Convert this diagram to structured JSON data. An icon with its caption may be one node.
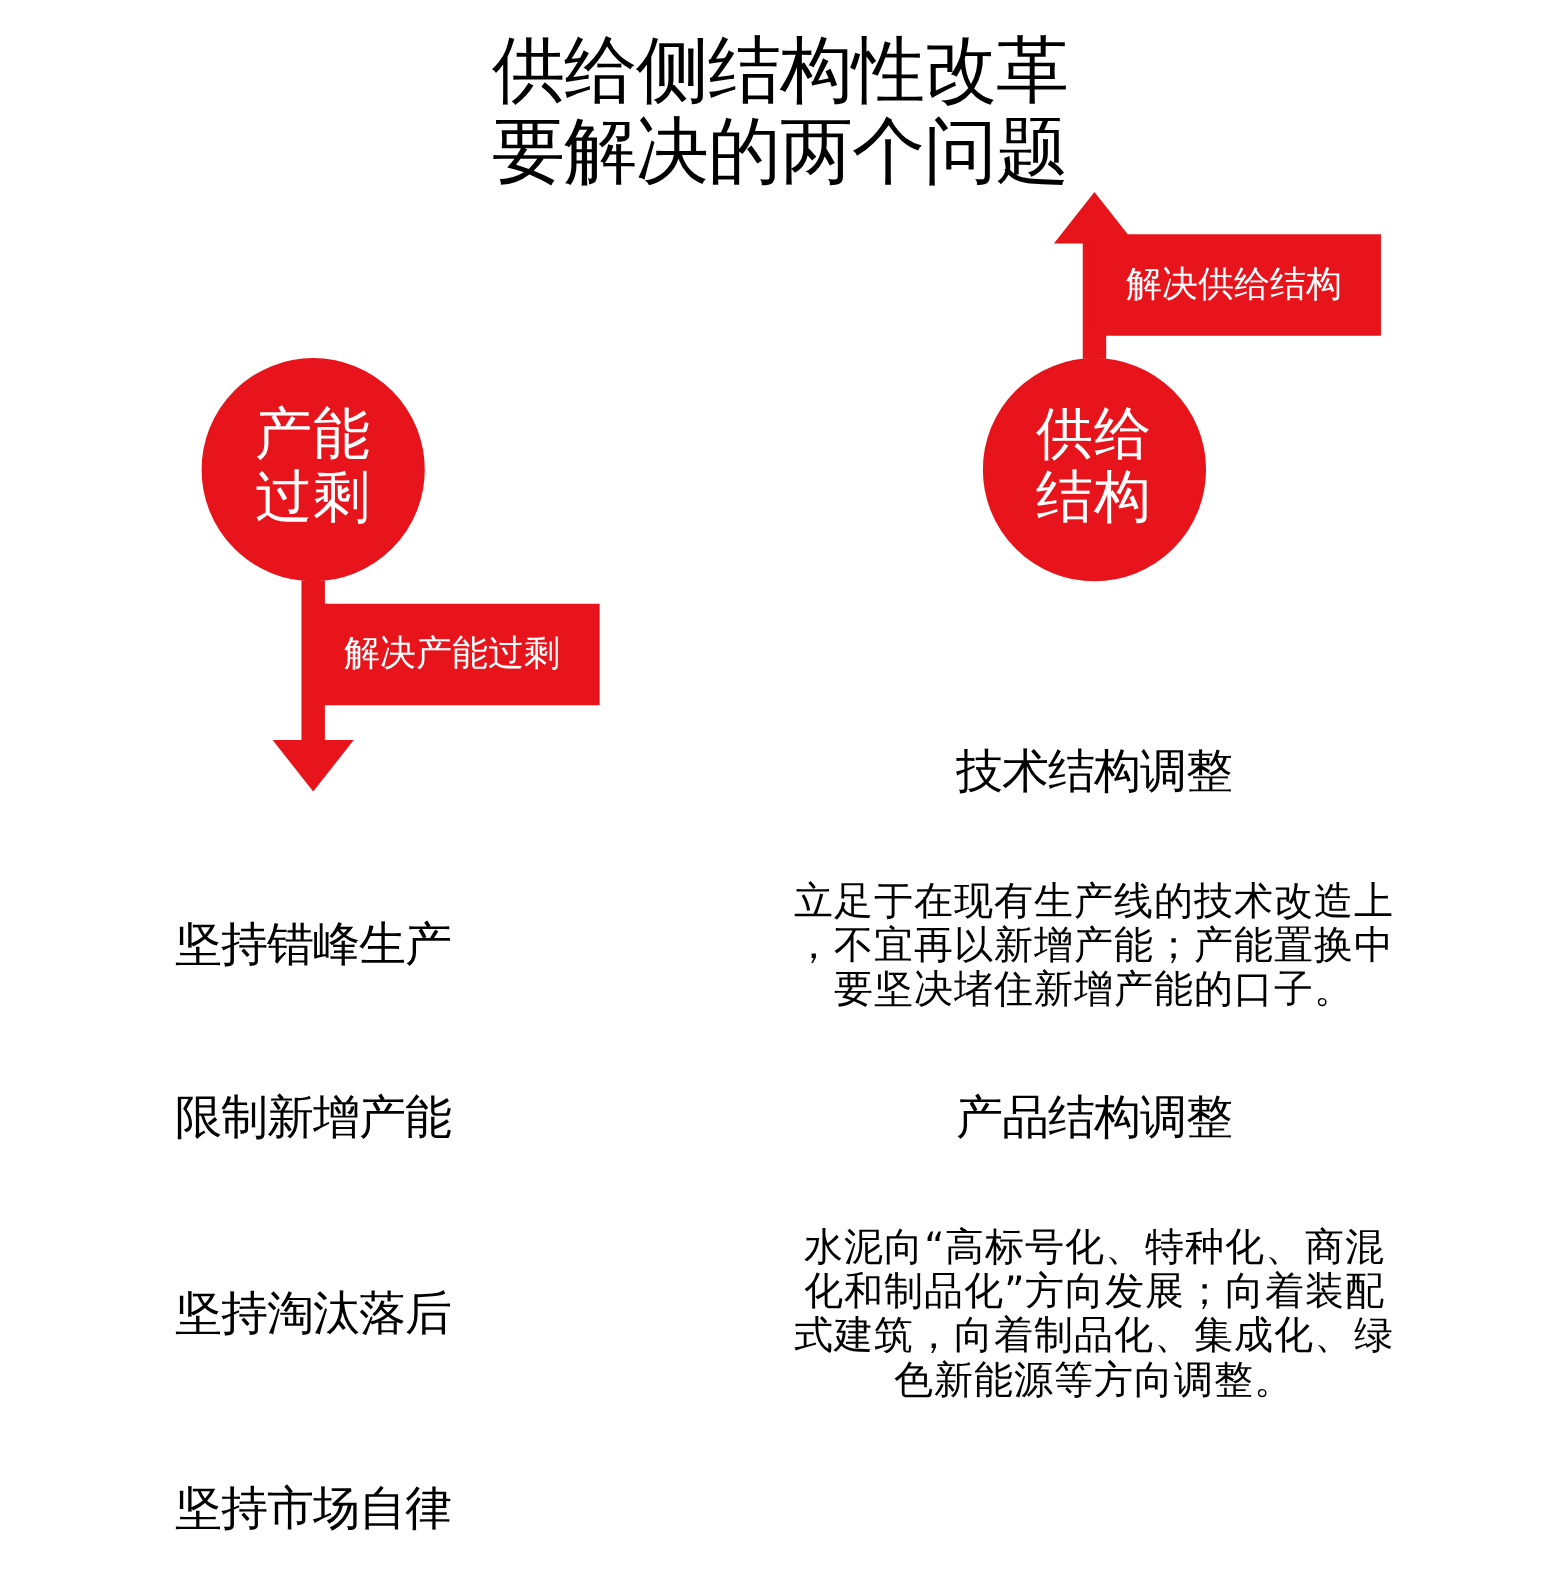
{
  "diagram": {
    "title": "供给侧结构性改革要解决的两个问题",
    "nodes": [
      {
        "text": [
          "产能过剩"
        ]
      },
      {
        "text": [
          "供给结构"
        ]
      }
    ],
    "edges": [
      {
        "from": 1,
        "to": null,
        "arrow": "to",
        "label": "解决供给结构"
      },
      {
        "from": 0,
        "to": null,
        "arrow": "to",
        "label": "解决产能过剩"
      }
    ],
    "labels": [
      "技术结构调整",
      "立足于在现有生产线的技术改造上，不宜再以新增产能；产能置换中要坚决堵住新增产能的口子。",
      "坚持错峰生产",
      "限制新增产能",
      "坚持淘汰落后",
      "坚持市场自律",
      "产品结构调整",
      "水泥向“高标号化、特种化、商混化和制品化”方向发展；向着装配式建筑，向着制品化、集成化、绿色新能源等方向调整。"
    ]
  }
}
